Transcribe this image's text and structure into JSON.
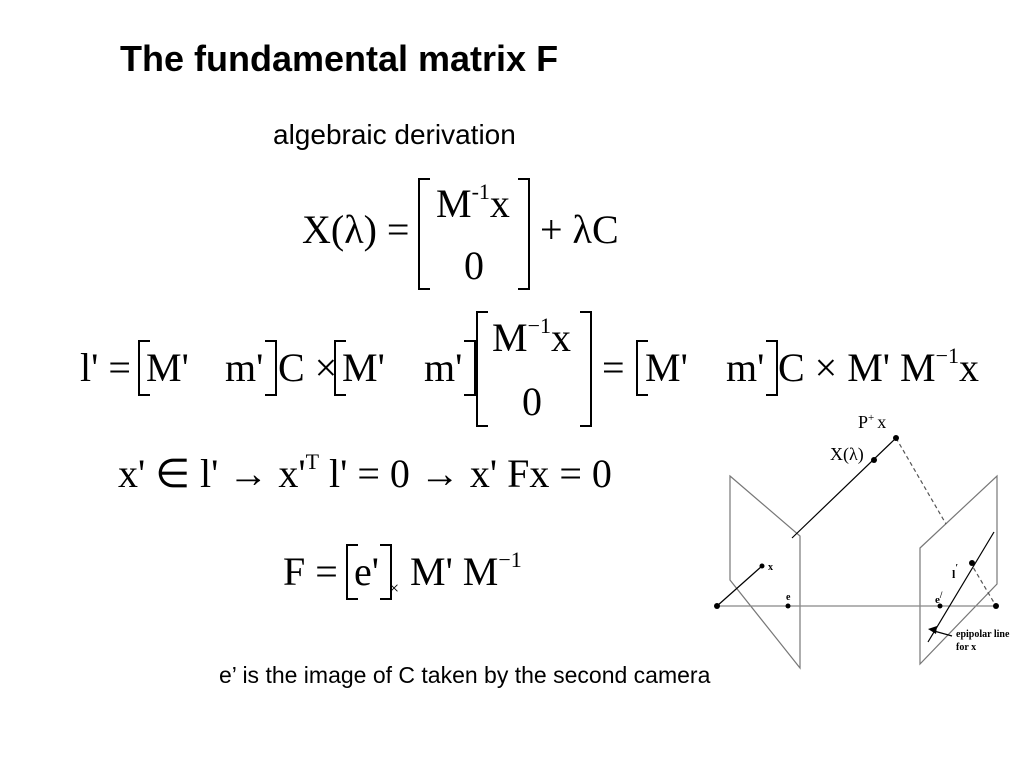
{
  "slide": {
    "title": "The fundamental matrix F",
    "subtitle": "algebraic derivation",
    "caption": "e’ is the image of C taken by the second camera"
  },
  "eq1": {
    "lhs": "X(λ) =",
    "top": "M",
    "top_sup": "-1",
    "top_end": "x",
    "bottom": "0",
    "rhs": "+ λC"
  },
  "eq2": {
    "lhs": "l' =",
    "g1a": "M'",
    "g1b": "m'",
    "mid": "C ×",
    "g2a": "M'",
    "g2b": "m'",
    "vec_top": "M",
    "vec_top_sup": "−1",
    "vec_top_end": "x",
    "vec_bottom": "0",
    "eq": "=",
    "g3a": "M'",
    "g3b": "m'",
    "tail": "C × M' M",
    "tail_sup": "−1",
    "tail_end": "x"
  },
  "eq3": {
    "part1": "x' ∈ l' → x'",
    "sup": "T",
    "part2": "l' = 0 → x' Fx = 0"
  },
  "eq4": {
    "lhs": "F =",
    "inner": "e'",
    "sub": "×",
    "rhs": "M' M",
    "sup": "−1"
  },
  "diagram": {
    "label_px_base": "P",
    "label_px_sup": "+",
    "label_px_end": "x",
    "label_xl": "X(λ)",
    "label_x": "x",
    "label_e": "e",
    "label_l": "l",
    "label_l_sup": "′",
    "label_e2": "e",
    "label_e2_sup": "/",
    "epipolar_line1": "epipolar line",
    "epipolar_line2": "for x"
  }
}
